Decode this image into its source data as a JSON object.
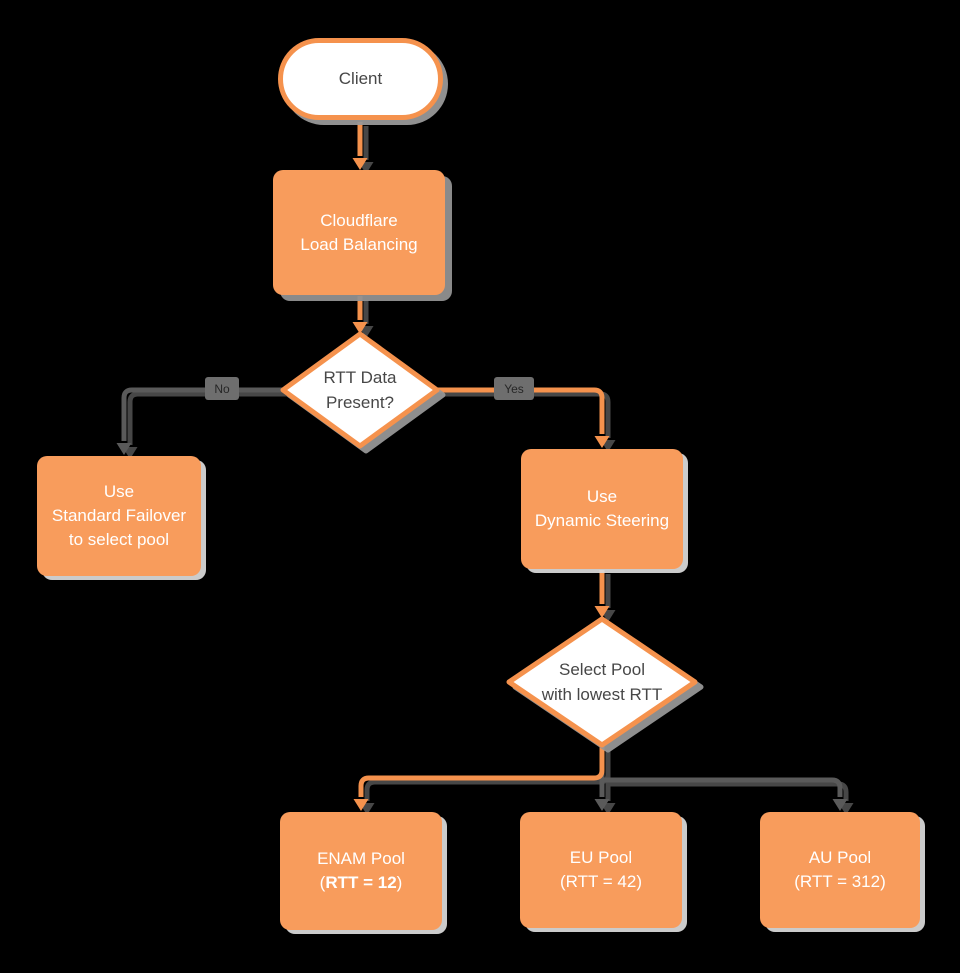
{
  "colors": {
    "background": "#000000",
    "orange": "#F89C5C",
    "orange_stroke": "#F5924D",
    "gray_line": "#5A5A5A",
    "label_bg": "#6E6E6E",
    "white_fill": "#FFFFFF",
    "white_text": "#FFFFFF",
    "dark_text": "#474747"
  },
  "nodes": {
    "client": {
      "label": "Client"
    },
    "load_balancer": {
      "line1": "Cloudflare",
      "line2": "Load Balancing"
    },
    "rtt_decision": {
      "line1": "RTT Data",
      "line2": "Present?"
    },
    "standard_failover": {
      "line1": "Use",
      "line2": "Standard Failover",
      "line3": "to select pool"
    },
    "dynamic_steering": {
      "line1": "Use",
      "line2": "Dynamic Steering"
    },
    "select_pool": {
      "line1": "Select Pool",
      "line2": "with lowest RTT"
    },
    "enam_pool": {
      "line1": "ENAM Pool",
      "line2_prefix": "(",
      "line2_value": "RTT = 12",
      "line2_suffix": ")"
    },
    "eu_pool": {
      "line1": "EU Pool",
      "line2": "(RTT = 42)"
    },
    "au_pool": {
      "line1": "AU Pool",
      "line2": "(RTT = 312)"
    }
  },
  "edges": {
    "no_label": "No",
    "yes_label": "Yes"
  }
}
